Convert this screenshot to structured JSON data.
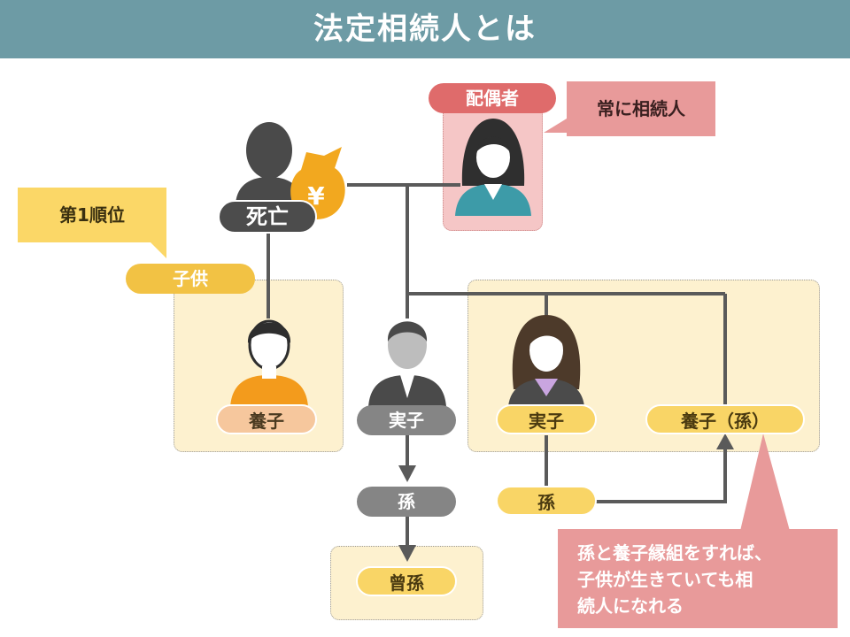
{
  "title": "法定相続人とは",
  "labels": {
    "spouse_tag": "配偶者",
    "spouse_note": "常に相続人",
    "deceased": "死亡",
    "rank_note": "第1順位",
    "children_tag": "子供",
    "adopted_child": "養子",
    "biological_child_1": "実子",
    "biological_child_2": "実子",
    "adopted_grandchild": "養子（孫）",
    "grandchild_1": "孫",
    "grandchild_2": "孫",
    "great_grandchild": "曾孫",
    "note_line1": "孫と養子縁組をすれば、",
    "note_line2": "子供が生きていても相",
    "note_line3": "続人になれる",
    "yen_symbol": "¥"
  },
  "colors": {
    "header": "#6d9ba5",
    "zone": "#fdf1cf",
    "spouse_accent": "#df6b6b",
    "callout_pink": "#e89a9a",
    "callout_yellow": "#fbd767",
    "coin": "#f2a81f",
    "connector": "#5a5a5a"
  },
  "icons": [
    "person-deceased-icon",
    "money-bag-icon",
    "person-spouse-icon",
    "person-adopted-child-icon",
    "person-son-icon",
    "person-daughter-icon"
  ]
}
